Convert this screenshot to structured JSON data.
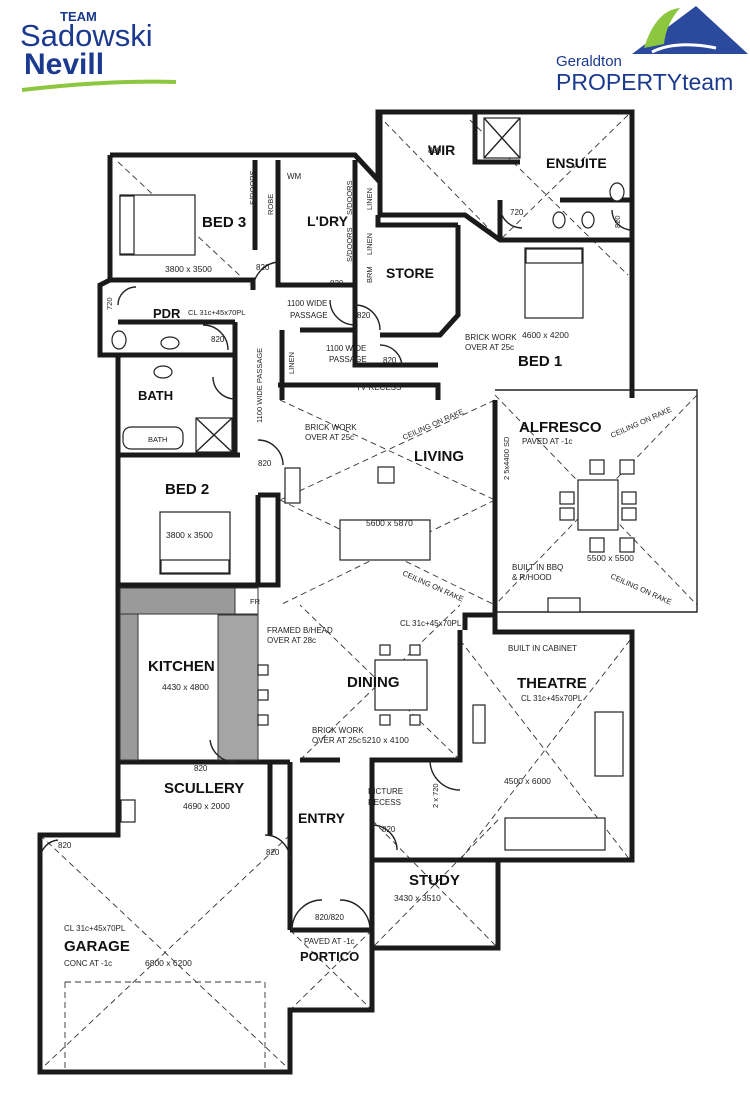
{
  "logos": {
    "left": {
      "team": "TEAM",
      "name1": "Sadowski",
      "name2": "Nevill"
    },
    "right": {
      "line1": "Geraldton",
      "line2": "PROPERTYteam"
    }
  },
  "colors": {
    "logo_blue": "#1b3a8f",
    "logo_green": "#8dc63f",
    "wall": "#1a1a1a",
    "kitchen_grey": "#9a9a9a"
  },
  "rooms": {
    "wir": "WIR",
    "ensuite": "ENSUITE",
    "bed3": "BED 3",
    "bed3_size": "3800 x 3500",
    "ldry": "L'DRY",
    "store": "STORE",
    "bed1": "BED 1",
    "bed1_size": "4600 x 4200",
    "pdr": "PDR",
    "bath": "BATH",
    "bath_tub": "BATH",
    "living": "LIVING",
    "living_size": "5600 x 5870",
    "alfresco": "ALFRESCO",
    "alfresco_paved": "PAVED AT -1c",
    "alfresco_size": "5500 x 5500",
    "bed2": "BED 2",
    "bed2_size": "3800 x 3500",
    "kitchen": "KITCHEN",
    "kitchen_size": "4430 x 4800",
    "dining": "DINING",
    "dining_size": "5210 x 4100",
    "theatre": "THEATRE",
    "theatre_cl": "CL 31c+45x70PL",
    "theatre_size": "4500 x 6000",
    "scullery": "SCULLERY",
    "scullery_size": "4690 x 2000",
    "entry": "ENTRY",
    "study": "STUDY",
    "study_size": "3430 x 3510",
    "garage": "GARAGE",
    "garage_cl": "CL 31c+45x70PL",
    "garage_conc": "CONC AT -1c",
    "garage_size": "6800 x 6200",
    "portico": "PORTICO",
    "portico_paved": "PAVED AT -1c"
  },
  "notes": {
    "wm": "WM",
    "robe": "ROBE",
    "sdoors": "S/DOORS",
    "linen": "LINEN",
    "brm": "BRM",
    "pdr_cl": "CL 31c+45x70PL",
    "passage1": "1100 WIDE",
    "passage1b": "PASSAGE",
    "passage2": "1100 WIDE",
    "passage2b": "PASSAGE",
    "passage_vertical": "1100 WIDE PASSAGE",
    "brick1a": "BRICK WORK",
    "brick1b": "OVER AT 25c",
    "brick2a": "BRICK WORK",
    "brick2b": "OVER AT 25c",
    "brick3a": "BRICK WORK",
    "brick3b": "OVER AT 25c",
    "tv_recess": "TV RECESS",
    "ceiling_rake": "CEILING ON RAKE",
    "sd": "2 5x4400 SD",
    "bbq1": "BUILT IN BBQ",
    "bbq2": "& R/HOOD",
    "fr": "FR",
    "framed1": "FRAMED B/HEAD",
    "framed2": "OVER AT 28c",
    "dining_cl": "CL 31c+45x70PL",
    "built_cabinet": "BUILT IN CABINET",
    "picture1": "PICTURE",
    "picture2": "RECESS",
    "door_820": "820",
    "door_720": "720",
    "door_2x720": "2 x 720",
    "door_820_820": "820/820"
  }
}
